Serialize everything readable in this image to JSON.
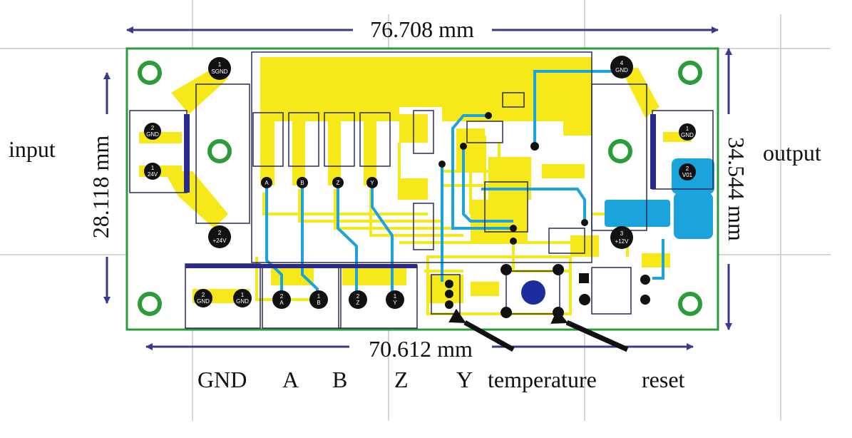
{
  "dimensions": {
    "top_width": "76.708 mm",
    "bottom_width": "70.612 mm",
    "left_height": "28.118 mm",
    "right_height": "34.544 mm"
  },
  "side_labels": {
    "input": "input",
    "output": "output"
  },
  "bottom_labels": [
    "GND",
    "A",
    "B",
    "Z",
    "Y",
    "temperature",
    "reset"
  ],
  "connector_pins": {
    "input_top": {
      "num": "2",
      "label": "GND"
    },
    "input_bottom": {
      "num": "1",
      "label": "24V"
    },
    "sgnd": {
      "num": "1",
      "label": "SGND"
    },
    "p24v": {
      "num": "2",
      "label": "+24V"
    },
    "gnd4": {
      "num": "4",
      "label": "GND"
    },
    "p12v": {
      "num": "3",
      "label": "+12V"
    },
    "out_top": {
      "num": "1",
      "label": "GND"
    },
    "out_bottom": {
      "num": "2",
      "label": "V01"
    },
    "term_gnd2": {
      "num": "2",
      "label": "GND"
    },
    "term_gnd1": {
      "num": "1",
      "label": "GND"
    },
    "term_a": {
      "num": "2",
      "label": "A"
    },
    "term_b": {
      "num": "1",
      "label": "B"
    },
    "term_z": {
      "num": "2",
      "label": "Z"
    },
    "term_y": {
      "num": "1",
      "label": "Y"
    }
  },
  "column_letters": [
    "A",
    "B",
    "Z",
    "Y"
  ],
  "colors": {
    "board_outline": "#2a9d3a",
    "trace_yellow": "#f7e81a",
    "trace_blue": "#1ba3dd",
    "dimension_line": "#3a3a8c",
    "pad_black": "#111111",
    "mount_hole": "#2a9d3a",
    "grid": "#c8c8c8"
  }
}
